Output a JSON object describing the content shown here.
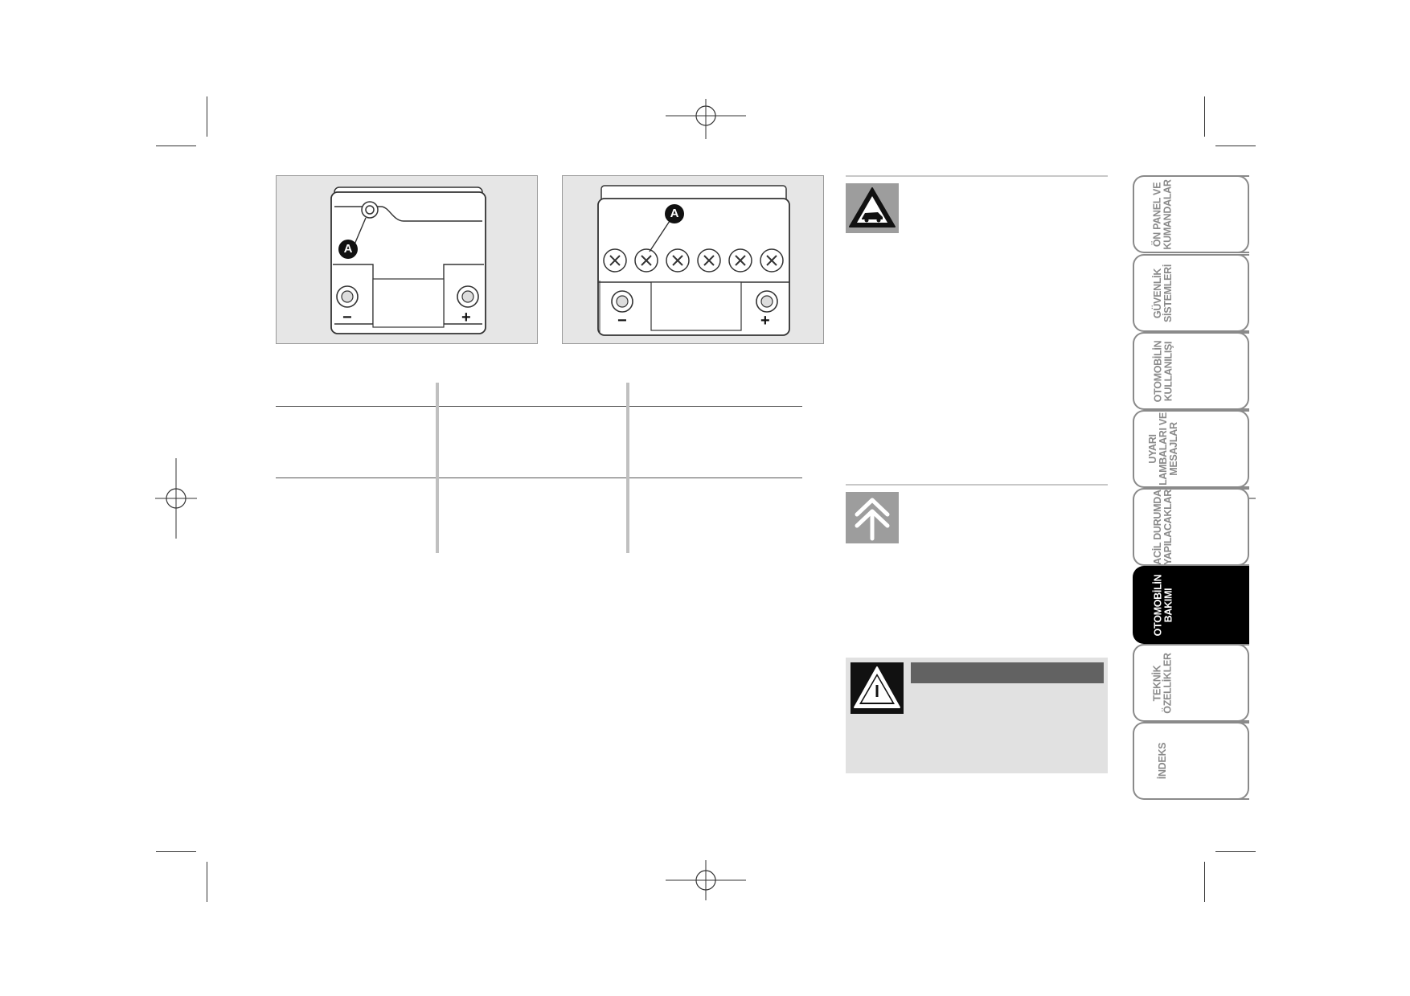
{
  "figure_left": {
    "callout": "A",
    "terminal_negative": "−",
    "terminal_positive": "+"
  },
  "figure_right": {
    "callout": "A",
    "terminal_negative": "−",
    "terminal_positive": "+"
  },
  "side_tabs": [
    {
      "label": "ÖN PANEL VE\nKUMANDALAR",
      "active": false
    },
    {
      "label": "GÜVENLİK\nSİSTEMLERİ",
      "active": false
    },
    {
      "label": "OTOMOBİLİN\nKULLANILIŞI",
      "active": false
    },
    {
      "label": "UYARI\nLAMBALARI VE\nMESAJLAR",
      "active": false
    },
    {
      "label": "ACİL DURUMDA\nYAPILACAKLAR",
      "active": false
    },
    {
      "label": "OTOMOBİLİN\nBAKIMI",
      "active": true
    },
    {
      "label": "TEKNİK\nÖZELLİKLER",
      "active": false
    },
    {
      "label": "İNDEKS",
      "active": false
    }
  ],
  "colors": {
    "figure_bg": "#e6e6e6",
    "icon_bg": "#9d9d9d",
    "warning_panel_bg": "#e1e1e1",
    "warning_bar": "#626262",
    "active_tab": "#000000",
    "tab_text": "#8a8a8a"
  },
  "icons": [
    "road-safety-warning-icon",
    "environment-chevron-icon",
    "caution-triangle-icon",
    "registration-mark-icon"
  ]
}
